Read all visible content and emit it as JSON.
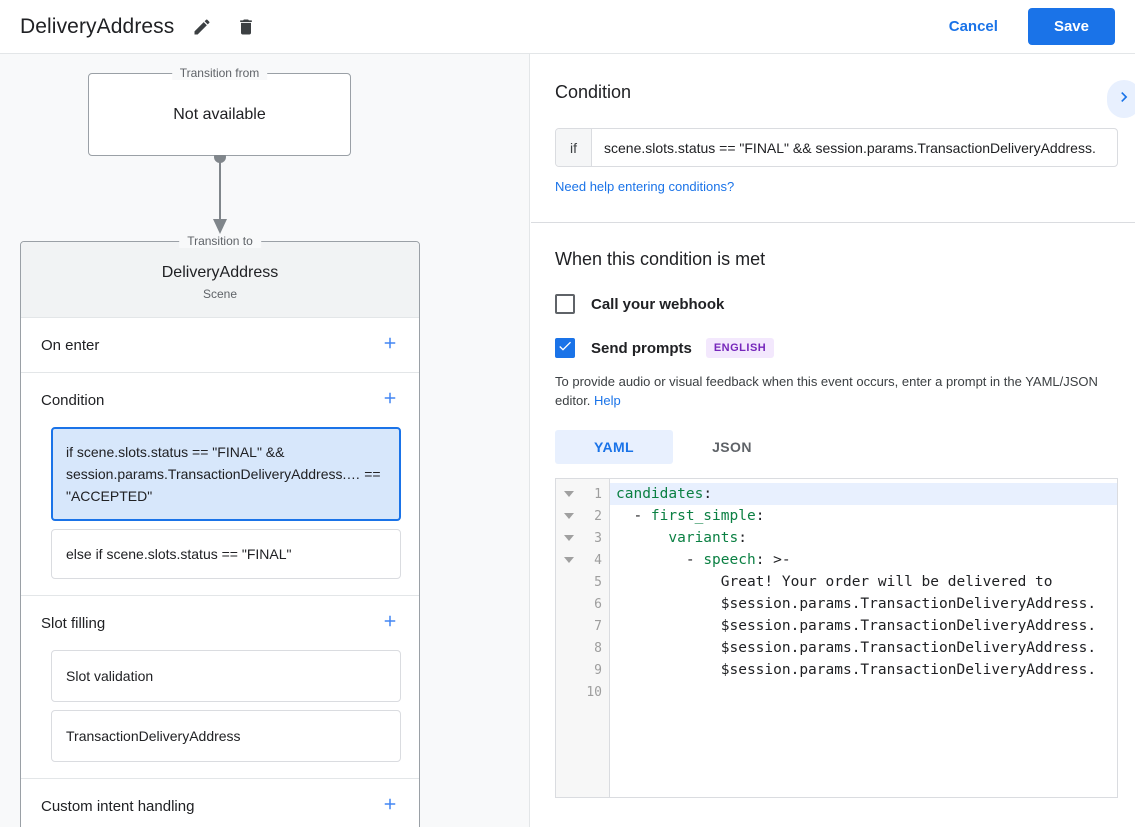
{
  "topbar": {
    "title": "DeliveryAddress",
    "edit_icon": "pencil-icon",
    "delete_icon": "trash-icon",
    "cancel_label": "Cancel",
    "save_label": "Save",
    "accent_color": "#1a73e8"
  },
  "left": {
    "transition_from": {
      "legend": "Transition from",
      "value": "Not available"
    },
    "transition_to": {
      "legend": "Transition to",
      "name": "DeliveryAddress",
      "type": "Scene"
    },
    "sections": [
      {
        "title": "On enter",
        "add": "+"
      },
      {
        "title": "Condition",
        "add": "+"
      },
      {
        "title": "Slot filling",
        "add": "+"
      },
      {
        "title": "Custom intent handling",
        "add": "+"
      }
    ],
    "conditions": [
      {
        "text": "if scene.slots.status == \"FINAL\" && session.params.TransactionDeliveryAddress.… == \"ACCEPTED\"",
        "selected": true
      },
      {
        "text": "else if scene.slots.status == \"FINAL\"",
        "selected": false
      }
    ],
    "slots": [
      {
        "text": "Slot validation"
      },
      {
        "text": "TransactionDeliveryAddress"
      }
    ]
  },
  "right": {
    "condition_heading": "Condition",
    "expand_icon": "chevron-right-icon",
    "if_label": "if",
    "condition_value": "scene.slots.status == \"FINAL\" && session.params.TransactionDeliveryAddress.",
    "help_conditions_link": "Need help entering conditions?",
    "when_heading": "When this condition is met",
    "webhook_label": "Call your webhook",
    "webhook_checked": false,
    "prompts_label": "Send prompts",
    "prompts_checked": true,
    "language_badge": "ENGLISH",
    "hint_text": "To provide audio or visual feedback when this event occurs, enter a prompt in the YAML/JSON editor.",
    "hint_link": "Help",
    "tabs": [
      {
        "label": "YAML",
        "active": true
      },
      {
        "label": "JSON",
        "active": false
      }
    ],
    "editor": {
      "lines": [
        {
          "num": "1",
          "fold": true,
          "current": true,
          "text": "candidates:"
        },
        {
          "num": "2",
          "fold": true,
          "current": false,
          "text": "  - first_simple:"
        },
        {
          "num": "3",
          "fold": true,
          "current": false,
          "text": "      variants:"
        },
        {
          "num": "4",
          "fold": true,
          "current": false,
          "text": "        - speech: >-"
        },
        {
          "num": "5",
          "fold": false,
          "current": false,
          "text": "            Great! Your order will be delivered to"
        },
        {
          "num": "6",
          "fold": false,
          "current": false,
          "text": "            $session.params.TransactionDeliveryAddress."
        },
        {
          "num": "7",
          "fold": false,
          "current": false,
          "text": "            $session.params.TransactionDeliveryAddress."
        },
        {
          "num": "8",
          "fold": false,
          "current": false,
          "text": "            $session.params.TransactionDeliveryAddress."
        },
        {
          "num": "9",
          "fold": false,
          "current": false,
          "text": "            $session.params.TransactionDeliveryAddress."
        },
        {
          "num": "10",
          "fold": false,
          "current": false,
          "text": ""
        }
      ]
    }
  }
}
